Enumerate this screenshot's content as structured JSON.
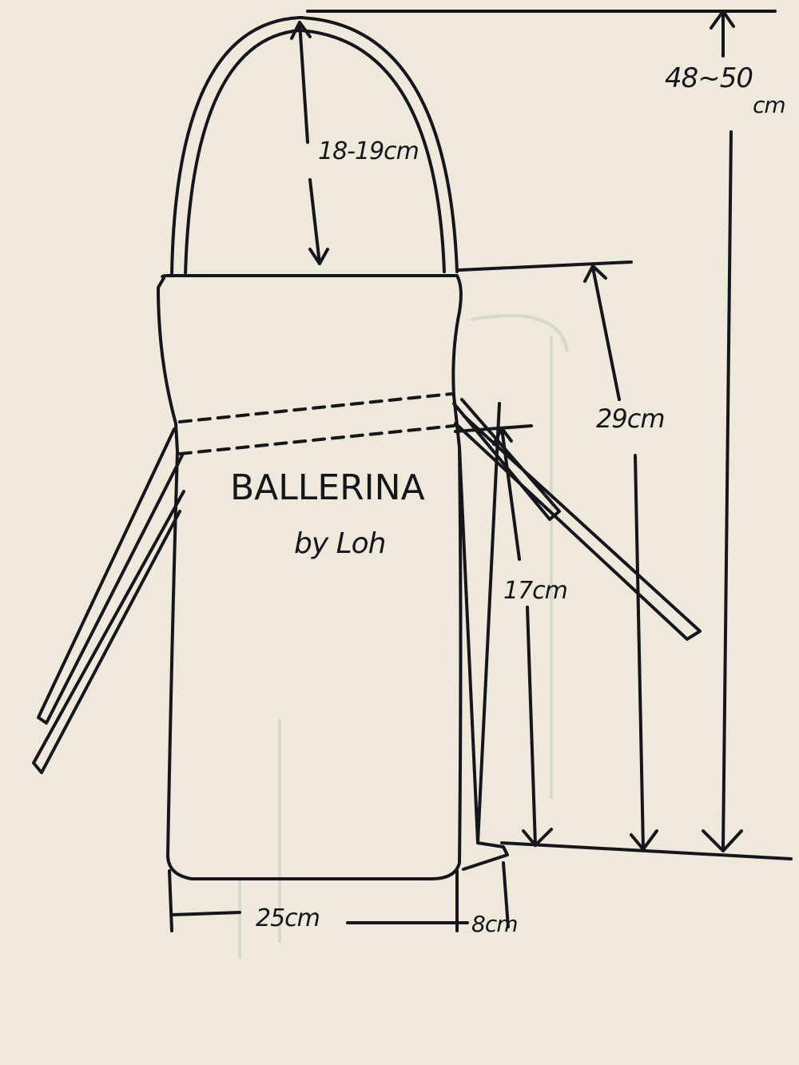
{
  "sketch": {
    "brand_title": "BALLERINA",
    "brand_subtitle": "by Loh",
    "dimensions": {
      "strap_drop": "18-19cm",
      "total_height_value": "48~50",
      "total_height_unit": "cm",
      "body_height": "29cm",
      "tie_height": "17cm",
      "width": "25cm",
      "depth": "8cm"
    },
    "colors": {
      "paper": "#efe9dc",
      "ink": "#15161c"
    }
  }
}
